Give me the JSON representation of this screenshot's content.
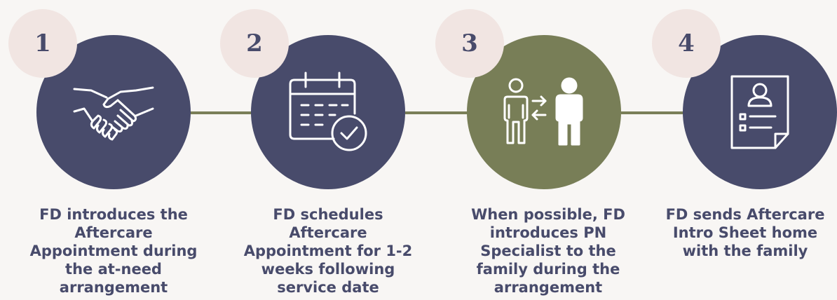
{
  "colors": {
    "background": "#f8f6f4",
    "circle_navy": "#484b6b",
    "circle_green": "#787e57",
    "number_badge": "#f1e5e2",
    "connector": "#7a7f58",
    "text": "#484b6b"
  },
  "steps": [
    {
      "number": "1",
      "icon": "handshake-icon",
      "color": "navy",
      "text": "FD introduces the\nAftercare\nAppointment during\nthe at-need\narrangement"
    },
    {
      "number": "2",
      "icon": "calendar-check-icon",
      "color": "navy",
      "text": "FD schedules Aftercare\nAppointment for 1-2\nweeks following\nservice date"
    },
    {
      "number": "3",
      "icon": "person-exchange-icon",
      "color": "green",
      "text": "When possible, FD\nintroduces PN\nSpecialist to the\nfamily during the\narrangement"
    },
    {
      "number": "4",
      "icon": "document-profile-icon",
      "color": "navy",
      "text": "FD sends Aftercare\nIntro Sheet home\nwith the family"
    }
  ]
}
